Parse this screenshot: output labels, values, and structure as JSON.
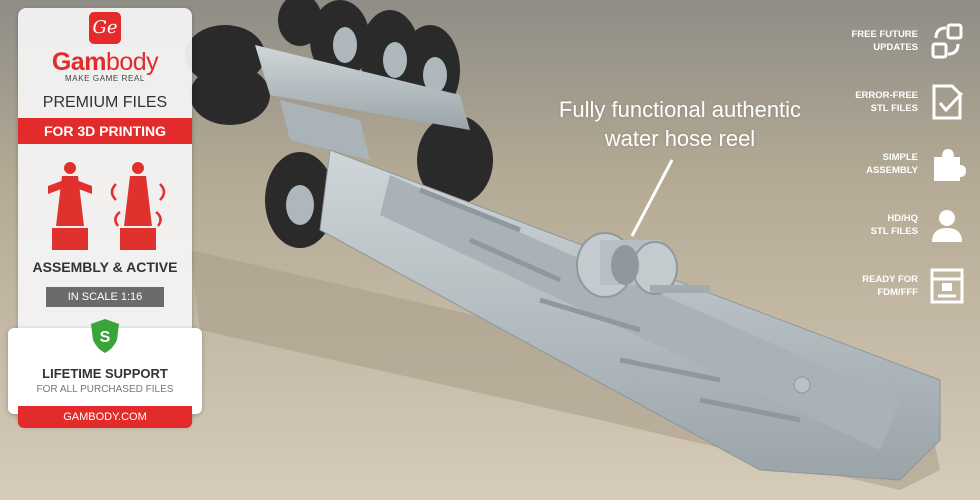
{
  "badge": {
    "logo_mark": "Ge",
    "brand_first": "Gam",
    "brand_second": "body",
    "tagline": "MAKE GAME REAL",
    "premium": "PREMIUM FILES",
    "strip": "FOR 3D PRINTING",
    "assembly": "ASSEMBLY & ACTIVE",
    "scale": "IN SCALE 1:16",
    "support_title": "LIFETIME SUPPORT",
    "support_sub": "FOR ALL PURCHASED FILES",
    "shield_letter": "S",
    "site": "GAMBODY.COM"
  },
  "annotation": {
    "line1": "Fully functional authentic",
    "line2": "water hose reel"
  },
  "features": [
    {
      "line1": "FREE FUTURE",
      "line2": "UPDATES",
      "icon": "update-arrows-icon"
    },
    {
      "line1": "ERROR-FREE",
      "line2": "STL FILES",
      "icon": "file-check-icon"
    },
    {
      "line1": "SIMPLE",
      "line2": "ASSEMBLY",
      "icon": "puzzle-icon"
    },
    {
      "line1": "HD/HQ",
      "line2": "STL FILES",
      "icon": "person-bust-icon"
    },
    {
      "line1": "READY FOR",
      "line2": "FDM/FFF",
      "icon": "printer-icon"
    }
  ],
  "colors": {
    "brand_red": "#e32b2b",
    "model_gray": "#b9c2c6",
    "tire_dark": "#2b2b2b"
  }
}
